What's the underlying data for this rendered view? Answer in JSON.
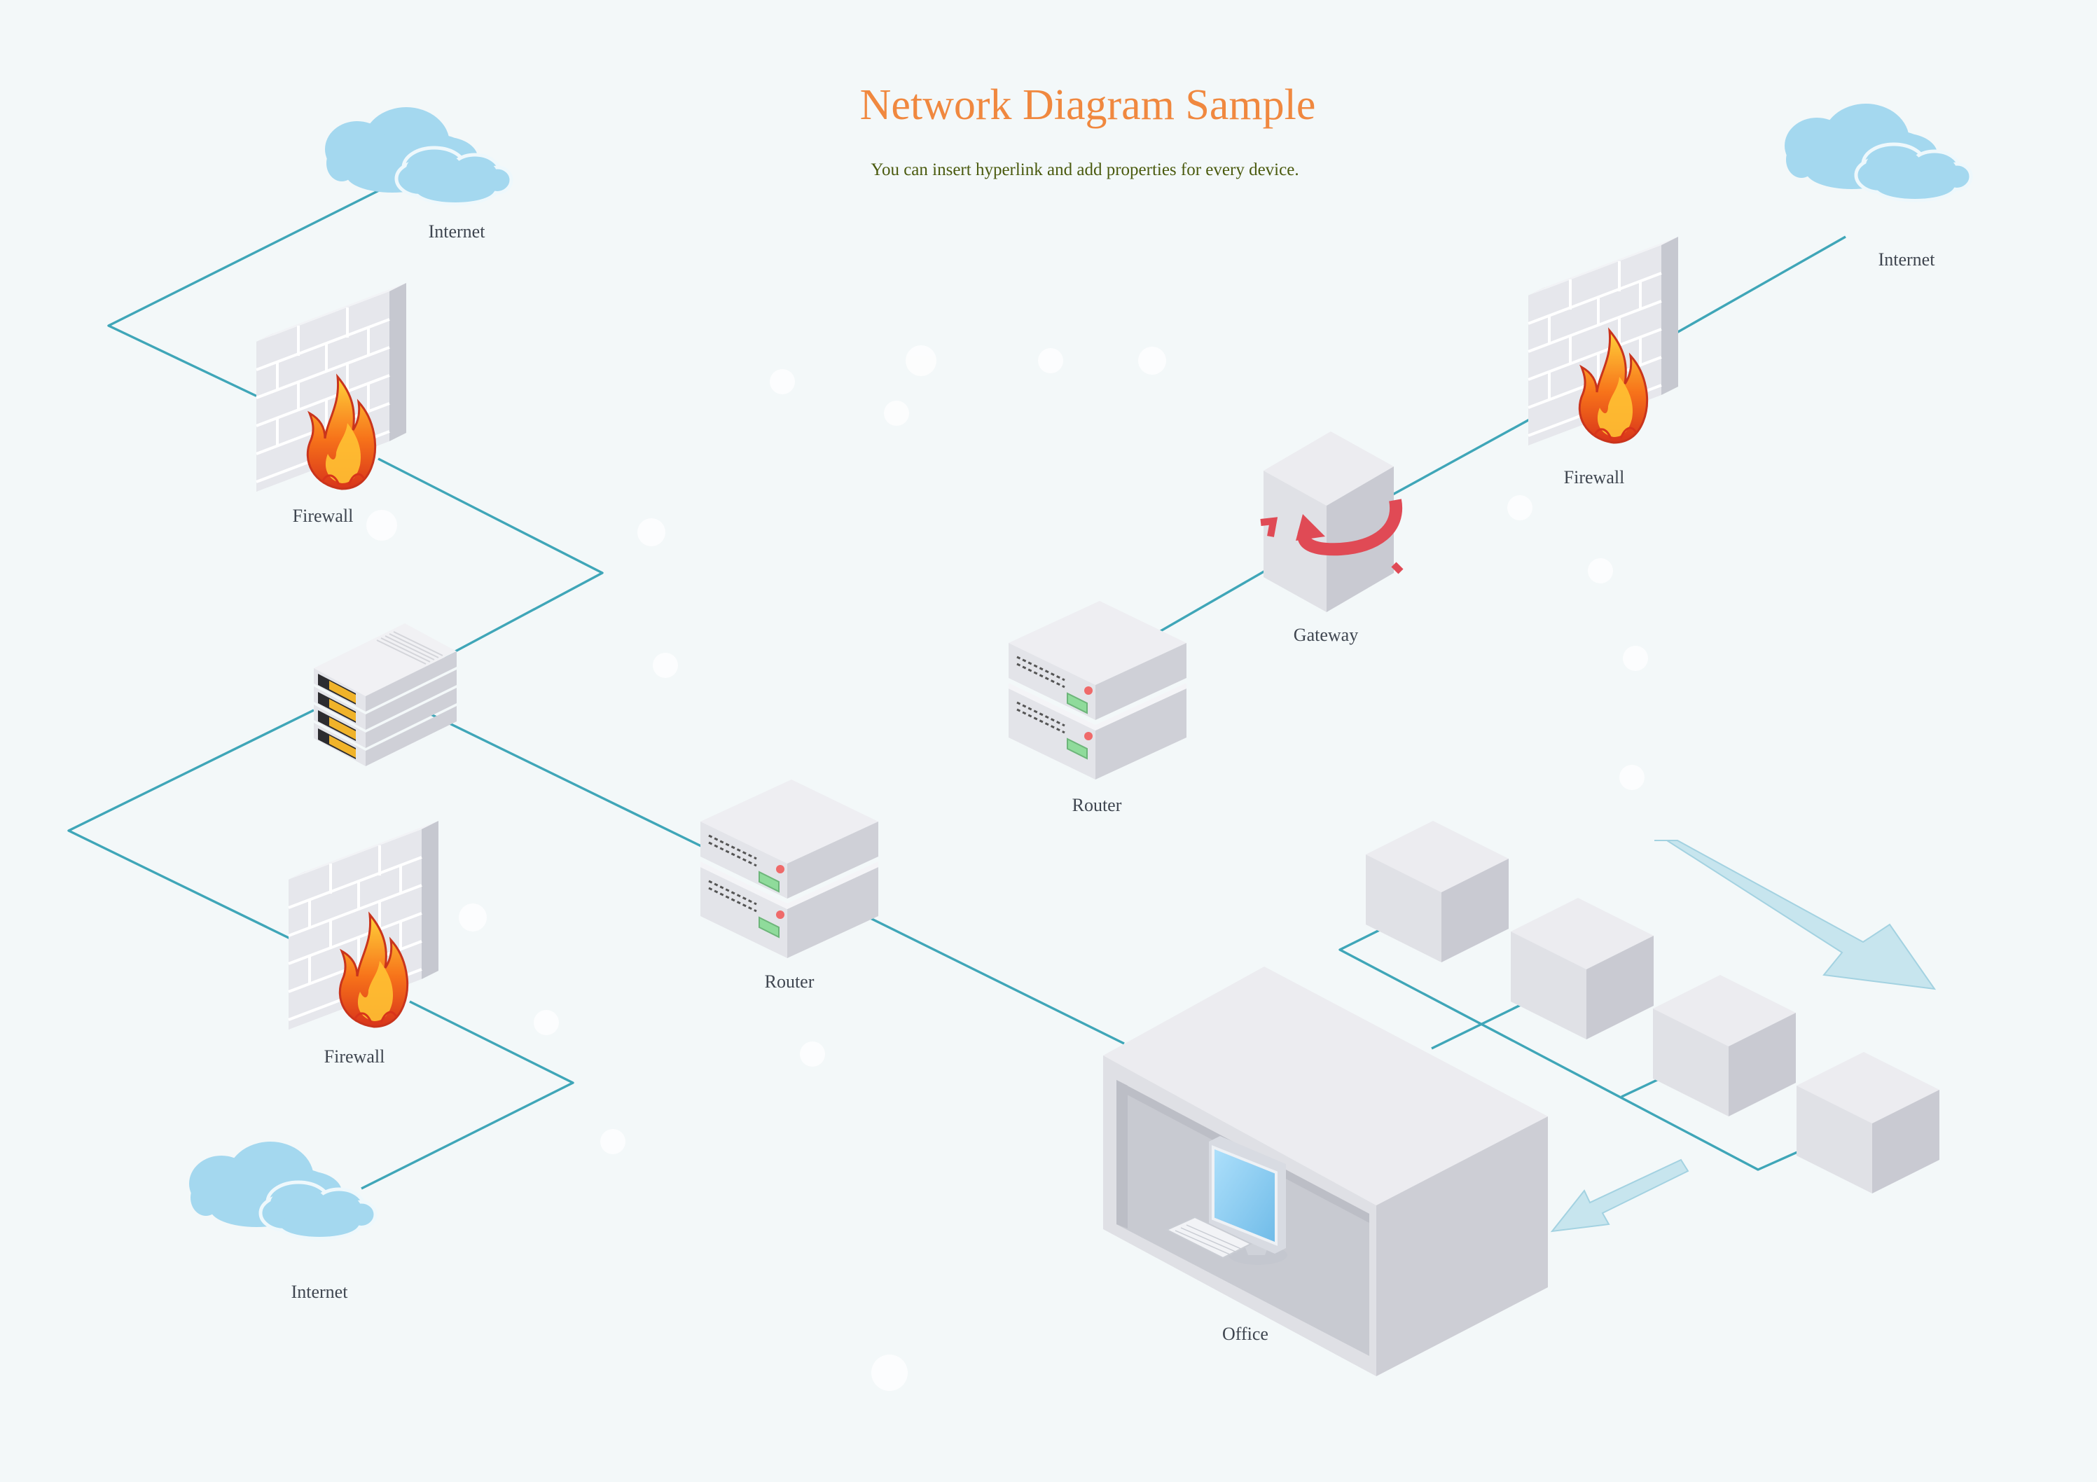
{
  "title": "Network Diagram Sample",
  "subtitle": "You can insert hyperlink and add properties for every device.",
  "colors": {
    "title": "#f0883f",
    "subtitle": "#4a5a0e",
    "link": "#3fa6b8",
    "background": "#f3f8f9",
    "cloud": "#a4d8ef",
    "flame": "#f36a1a",
    "gateway_arrow": "#e04a55",
    "flow_arrow": "#bfe0ea"
  },
  "labels": {
    "internet_top_left": "Internet",
    "firewall_top_left": "Firewall",
    "firewall_bottom_left": "Firewall",
    "internet_bottom_left": "Internet",
    "router_center": "Router",
    "router_upper": "Router",
    "gateway": "Gateway",
    "firewall_right": "Firewall",
    "internet_right": "Internet",
    "office": "Office"
  },
  "icons": {
    "cloud": "cloud-icon",
    "firewall": "firewall-icon",
    "router": "router-icon",
    "switch": "switch-icon",
    "gateway": "gateway-icon",
    "office": "office-building-icon",
    "computer": "computer-icon",
    "workstation": "box-icon"
  }
}
